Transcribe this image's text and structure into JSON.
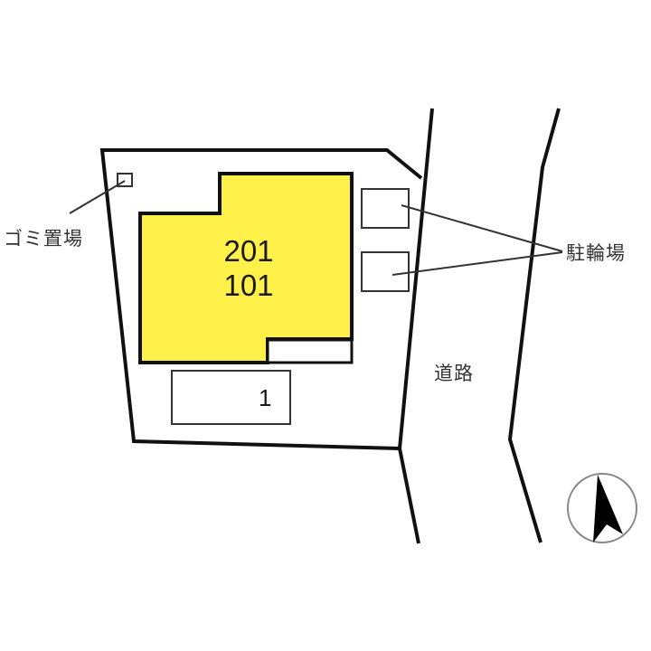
{
  "site_plan": {
    "building": {
      "units_upper": "201",
      "units_lower": "101",
      "fill_color": "#FFF04A"
    },
    "parking_space": {
      "number": "1"
    },
    "labels": {
      "garbage_area": "ゴミ置場",
      "bicycle_parking": "駐輪場",
      "road": "道路"
    },
    "north_arrow": {
      "icon": "north-arrow-icon"
    }
  }
}
